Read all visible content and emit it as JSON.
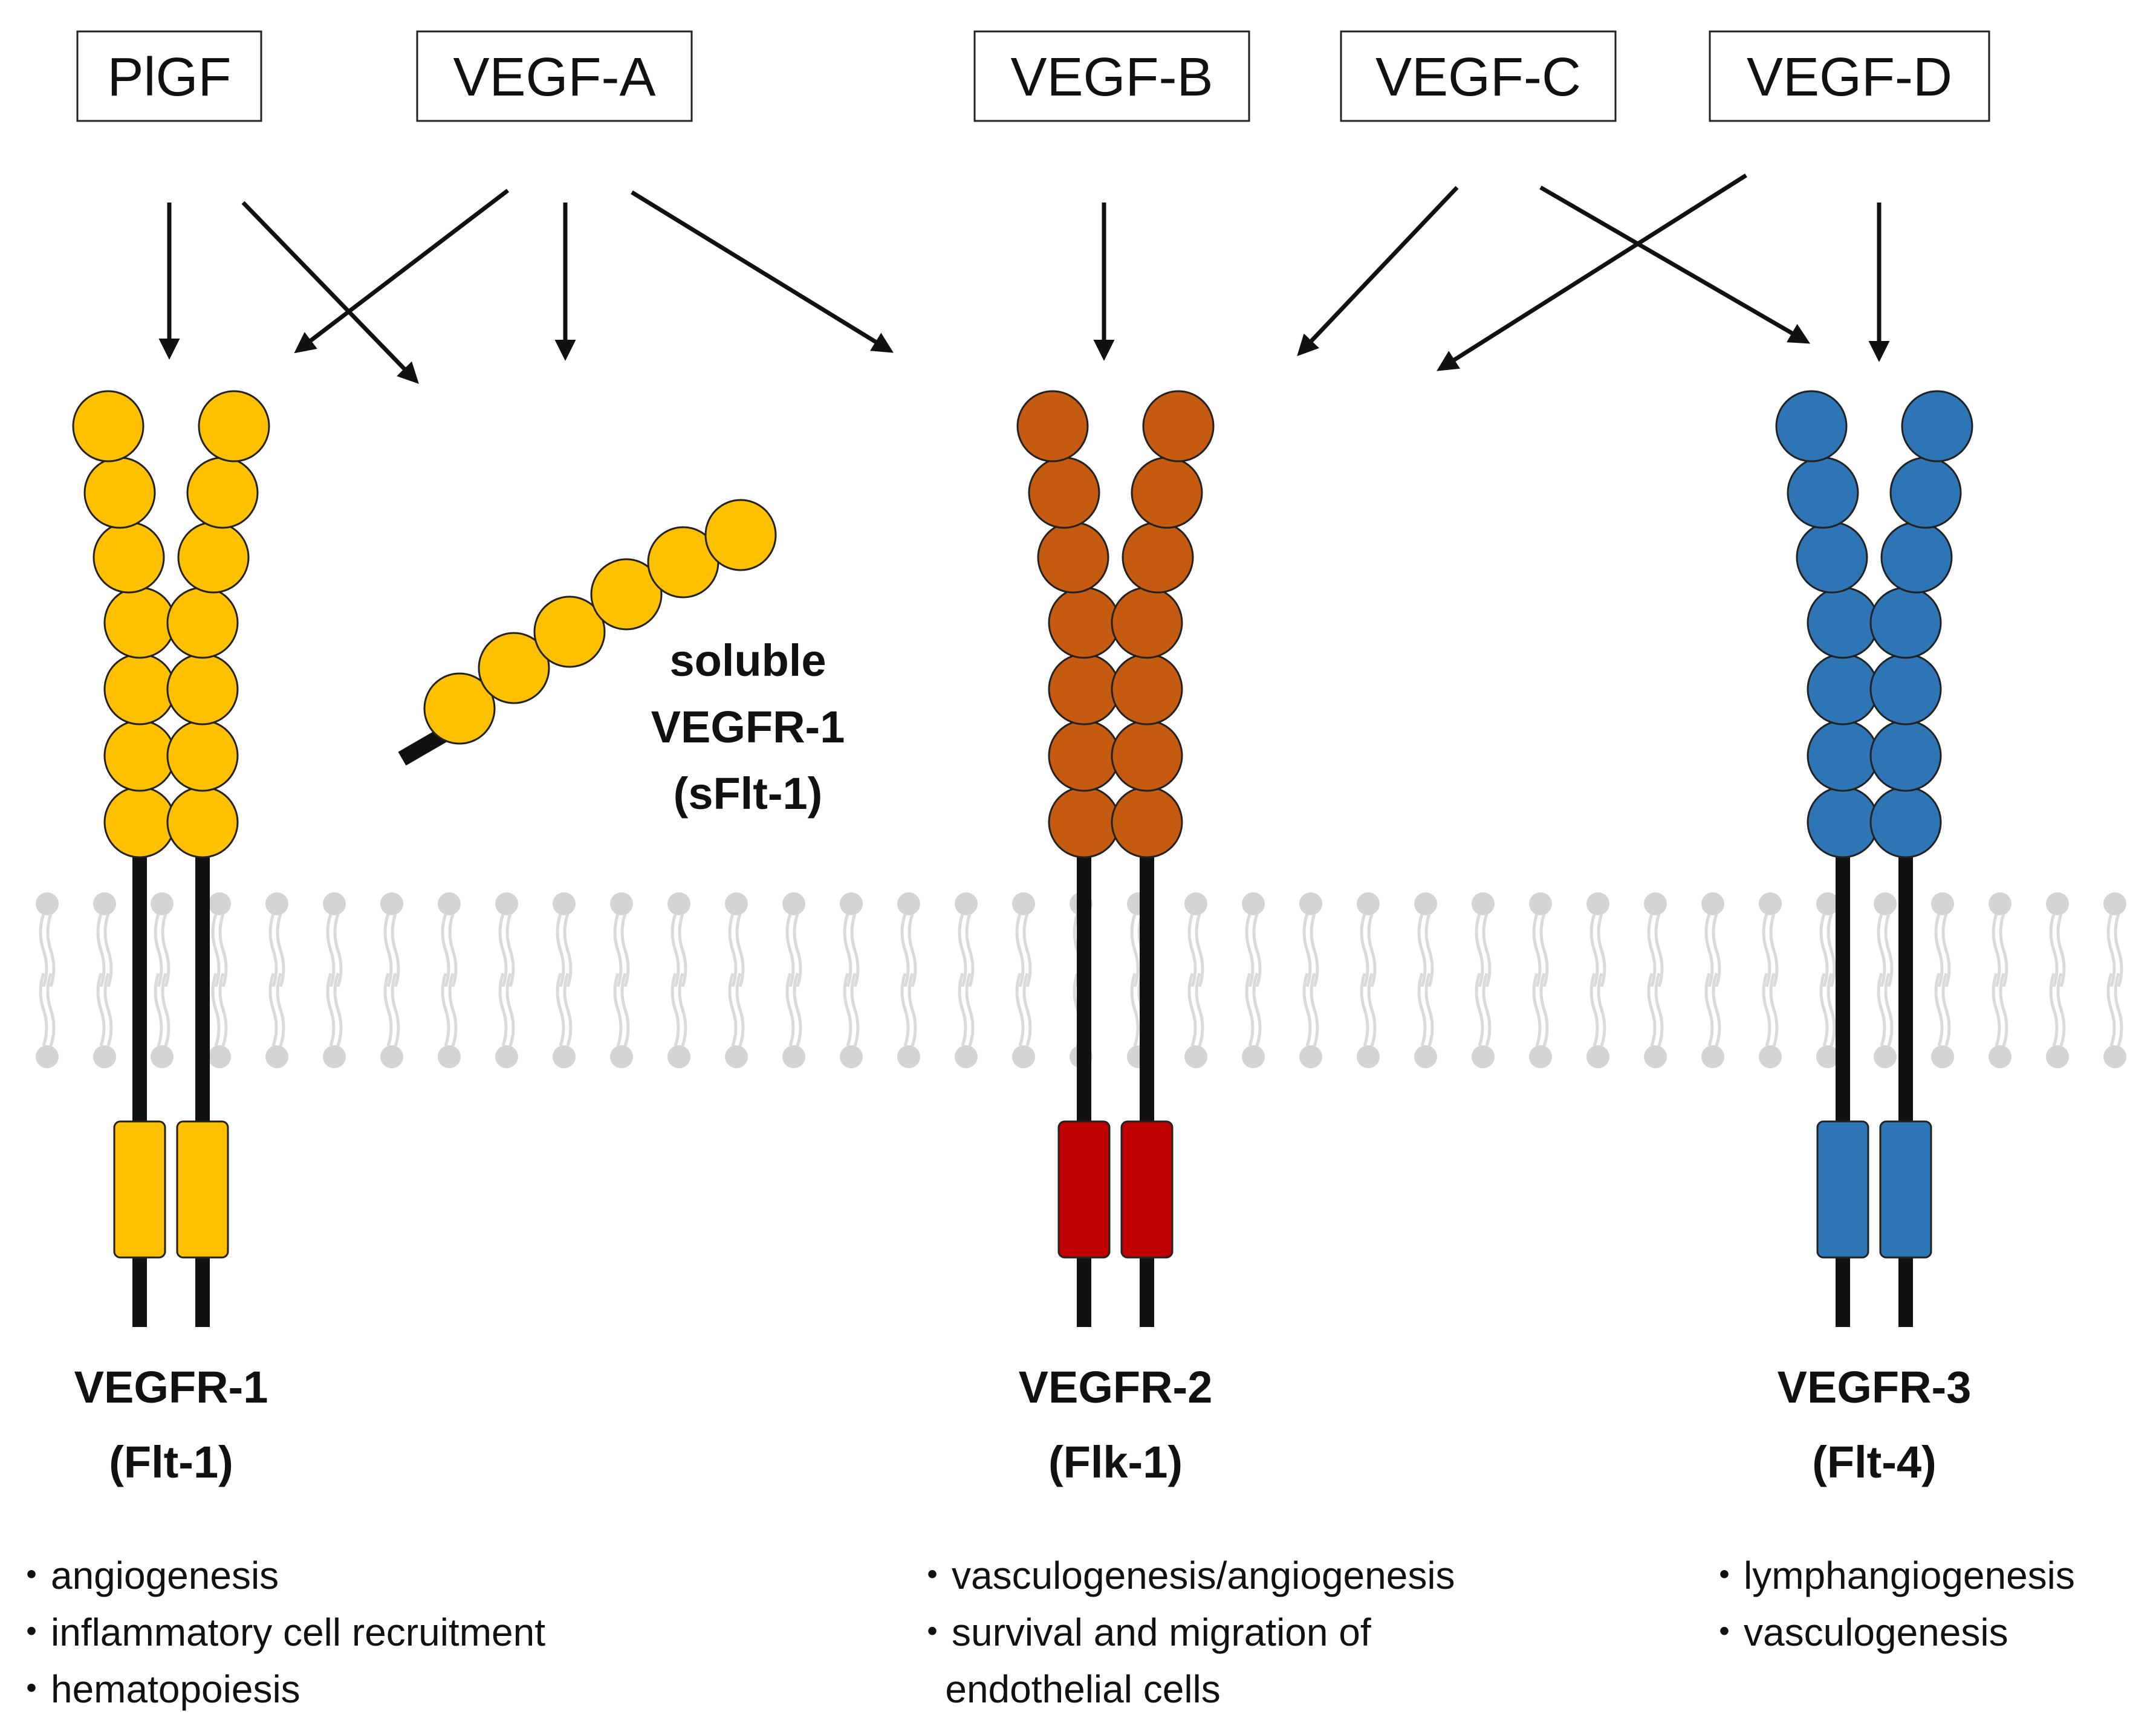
{
  "ligands": [
    {
      "id": "plgf",
      "label": "PlGF"
    },
    {
      "id": "vegfa",
      "label": "VEGF-A"
    },
    {
      "id": "vegfb",
      "label": "VEGF-B"
    },
    {
      "id": "vegfc",
      "label": "VEGF-C"
    },
    {
      "id": "vegfd",
      "label": "VEGF-D"
    }
  ],
  "receptors": [
    {
      "id": "vegfr1",
      "name": "VEGFR-1",
      "alias": "(Flt-1)",
      "color": "#ffc000",
      "kinase_color": "#ffc000",
      "functions": [
        "・angiogenesis",
        "・inflammatory cell recruitment",
        "・hematopoiesis"
      ]
    },
    {
      "id": "vegfr2",
      "name": "VEGFR-2",
      "alias": "(Flk-1)",
      "color": "#c55a11",
      "kinase_color": "#c00000",
      "functions": [
        "・vasculogenesis/angiogenesis",
        "・survival and migration of",
        "   endothelial cells"
      ]
    },
    {
      "id": "vegfr3",
      "name": "VEGFR-3",
      "alias": "(Flt-4)",
      "color": "#2e75b6",
      "kinase_color": "#2e75b6",
      "functions": [
        "・lymphangiogenesis",
        "・vasculogenesis"
      ]
    }
  ],
  "soluble_receptor": {
    "lines": [
      "soluble",
      "VEGFR-1",
      "(sFlt-1)"
    ],
    "color": "#ffc000"
  },
  "membrane_color": "#d4d4d4"
}
